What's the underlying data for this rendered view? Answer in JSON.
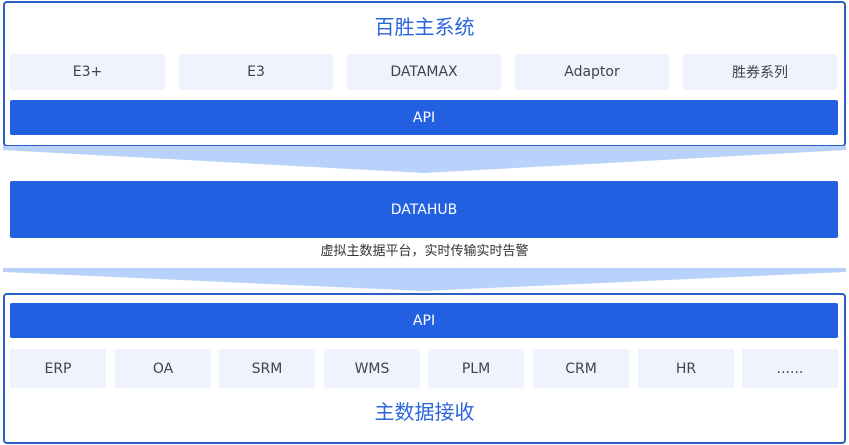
{
  "top_system": {
    "title": "百胜主系统",
    "modules": [
      "E3+",
      "E3",
      "DATAMAX",
      "Adaptor",
      "胜券系列"
    ],
    "api_label": "API"
  },
  "hub": {
    "label": "DATAHUB",
    "description": "虚拟主数据平台，实时传输实时告警"
  },
  "bottom_system": {
    "api_label": "API",
    "modules": [
      "ERP",
      "OA",
      "SRM",
      "WMS",
      "PLM",
      "CRM",
      "HR",
      "......"
    ],
    "title": "主数据接收"
  },
  "colors": {
    "primary": "#225fe1",
    "title_text": "#2b66dd",
    "chip_bg": "#eef3fd",
    "connector": "#b9d2fb",
    "border": "#2c5fc4"
  }
}
